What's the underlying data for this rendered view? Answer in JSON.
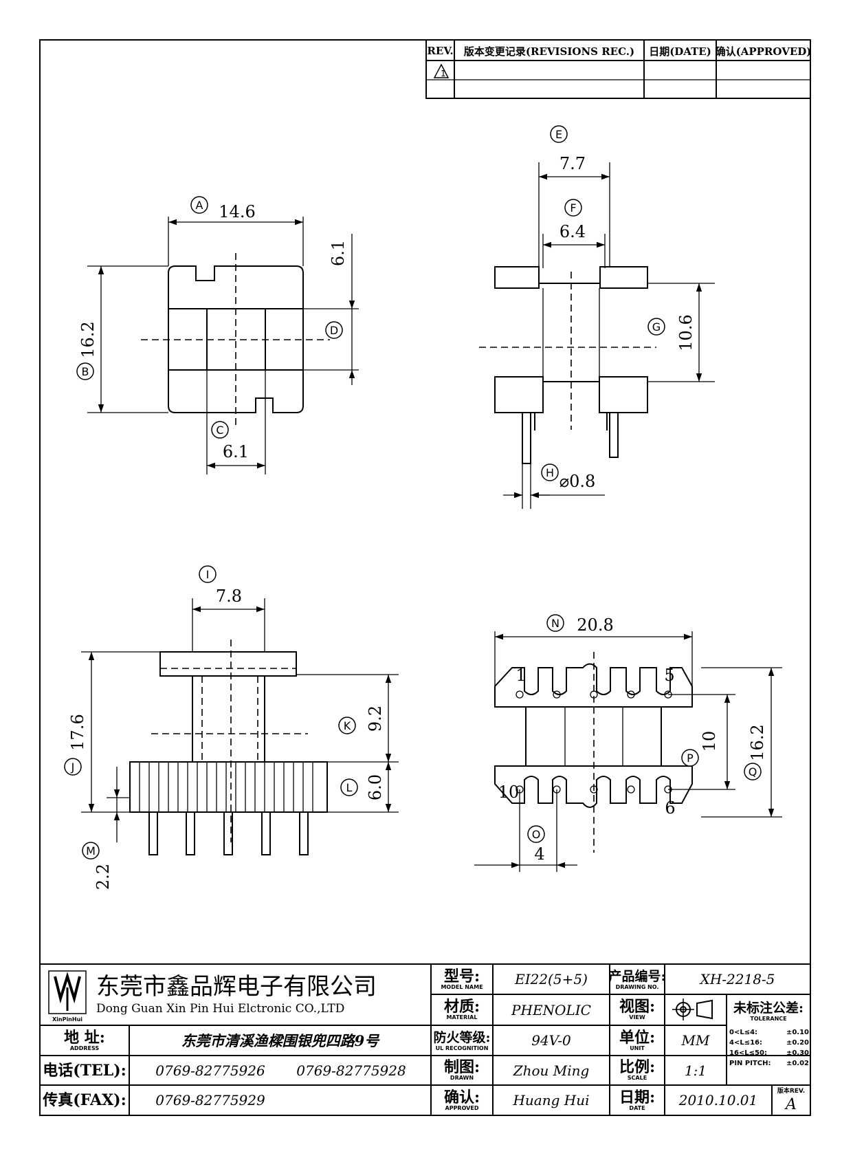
{
  "revision_table": {
    "headers": [
      "REV.",
      "版本变更记录(REVISIONS REC.)",
      "日期(DATE)",
      "确认(APPROVED)"
    ],
    "rev_mark": "1"
  },
  "views": {
    "front": {
      "dims": [
        {
          "id": "A",
          "value": "14.6"
        },
        {
          "id": "B",
          "value": "16.2"
        },
        {
          "id": "C",
          "value": "6.1"
        },
        {
          "id": "D",
          "value": "6.1"
        }
      ]
    },
    "side": {
      "dims": [
        {
          "id": "E",
          "value": "7.7"
        },
        {
          "id": "F",
          "value": "6.4"
        },
        {
          "id": "G",
          "value": "10.6"
        },
        {
          "id": "H",
          "value": "⌀0.8"
        }
      ]
    },
    "elevation": {
      "dims": [
        {
          "id": "I",
          "value": "7.8"
        },
        {
          "id": "J",
          "value": "17.6"
        },
        {
          "id": "K",
          "value": "9.2"
        },
        {
          "id": "L",
          "value": "6.0"
        },
        {
          "id": "M",
          "value": "2.2"
        }
      ]
    },
    "bottom": {
      "dims": [
        {
          "id": "N",
          "value": "20.8"
        },
        {
          "id": "O",
          "value": "4"
        },
        {
          "id": "P",
          "value": "10"
        },
        {
          "id": "Q",
          "value": "16.2"
        }
      ],
      "pin_labels": [
        "1",
        "5",
        "10",
        "6"
      ]
    }
  },
  "title_block": {
    "company_cn": "东莞市鑫品辉电子有限公司",
    "company_en": "Dong Guan Xin Pin Hui Elctronic CO.,LTD",
    "logo_text": "XinPinHui",
    "address_label": "地 址:",
    "address_sub": "ADDRESS",
    "address": "东莞市清溪渔樑围银兜四路9号",
    "tel_label": "电话(TEL):",
    "tel1": "0769-82775926",
    "tel2": "0769-82775928",
    "fax_label": "传真(FAX):",
    "fax": "0769-82775929",
    "model_label": "型号:",
    "model_sub": "MODEL NAME",
    "model": "EI22(5+5)",
    "material_label": "材质:",
    "material_sub": "MATERIAL",
    "material": "PHENOLIC",
    "ul_label": "防火等级:",
    "ul_sub": "UL RECOGNITION",
    "ul": "94V-0",
    "drawn_label": "制图:",
    "drawn_sub": "DRAWN",
    "drawn": "Zhou Ming",
    "approved_label": "确认:",
    "approved_sub": "APPROVED",
    "approved": "Huang Hui",
    "drawing_no_label": "产品编号:",
    "drawing_no_sub": "DRAWING NO.",
    "drawing_no": "XH-2218-5",
    "view_label": "视图:",
    "view_sub": "VIEW",
    "unit_label": "单位:",
    "unit_sub": "UNIT",
    "unit": "MM",
    "scale_label": "比例:",
    "scale_sub": "SCALE",
    "scale": "1:1",
    "date_label": "日期:",
    "date_sub": "DATE",
    "date": "2010.10.01",
    "tolerance_label": "未标注公差:",
    "tolerance_sub": "TOLERANCE",
    "tolerances": [
      {
        "range": "0<L≤4:",
        "value": "±0.10"
      },
      {
        "range": "4<L≤16:",
        "value": "±0.20"
      },
      {
        "range": "16<L≤50:",
        "value": "±0.30"
      },
      {
        "range": "PIN PITCH:",
        "value": "±0.02"
      }
    ],
    "rev_label": "版本REV.",
    "rev": "A"
  }
}
